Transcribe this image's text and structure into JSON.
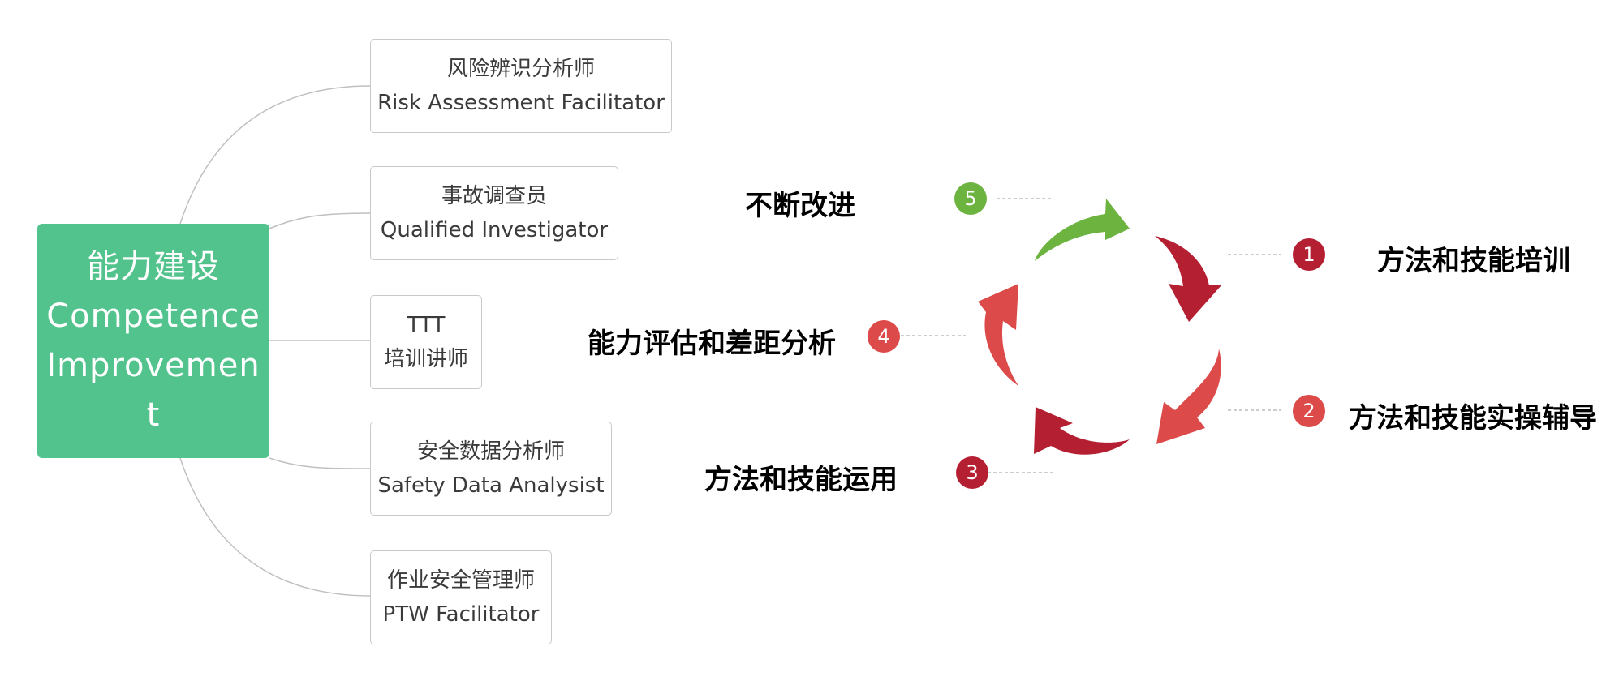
{
  "root": {
    "title_zh": "能力建设",
    "title_en_1": "Competence",
    "title_en_2": "Improvemen",
    "title_en_3": "t"
  },
  "branches": [
    {
      "zh": "风险辨识分析师",
      "en": "Risk Assessment Facilitator"
    },
    {
      "zh": "事故调查员",
      "en": "Qualified Investigator"
    },
    {
      "zh": "TTT",
      "en": "培训讲师"
    },
    {
      "zh": "安全数据分析师",
      "en": "Safety Data Analysist"
    },
    {
      "zh": "作业安全管理师",
      "en": "PTW Facilitator"
    }
  ],
  "cycle": {
    "steps": [
      {
        "number": "1",
        "label": "方法和技能培训",
        "color": "#b51f32"
      },
      {
        "number": "2",
        "label": "方法和技能实操辅导",
        "color": "#dc4a4a"
      },
      {
        "number": "3",
        "label": "方法和技能运用",
        "color": "#b51f32"
      },
      {
        "number": "4",
        "label": "能力评估和差距分析",
        "color": "#dc4a4a"
      },
      {
        "number": "5",
        "label": "不断改进",
        "color": "#6cb33f"
      }
    ]
  },
  "colors": {
    "root_fill": "#52c38c",
    "connector": "#c0c0c0",
    "arrow_dark_red": "#b51f32",
    "arrow_light_red": "#dc4a4a",
    "arrow_green": "#6cb33f"
  }
}
